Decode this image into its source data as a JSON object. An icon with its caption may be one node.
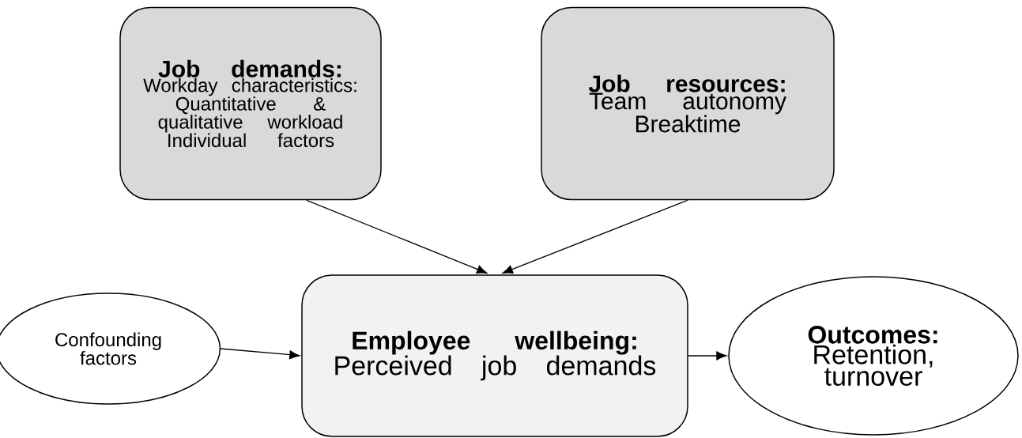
{
  "diagram": {
    "nodes": [
      {
        "text": [
          "Job demands:",
          "Workday characteristics: Quantitative & qualitative workload",
          "Individual factors"
        ]
      },
      {
        "text": [
          "Job resources:",
          "Team autonomy",
          "Breaktime"
        ]
      },
      {
        "text": [
          "Confounding factors"
        ]
      },
      {
        "text": [
          "Employee wellbeing:",
          "Perceived job demands"
        ]
      },
      {
        "text": [
          "Outcomes:",
          "Retention, turnover"
        ]
      }
    ],
    "edges": [
      {
        "from": 0,
        "to": 3,
        "arrow": "to"
      },
      {
        "from": 1,
        "to": 3,
        "arrow": "to"
      },
      {
        "from": 2,
        "to": 3,
        "arrow": "to"
      },
      {
        "from": 3,
        "to": 4,
        "arrow": "to"
      }
    ]
  }
}
